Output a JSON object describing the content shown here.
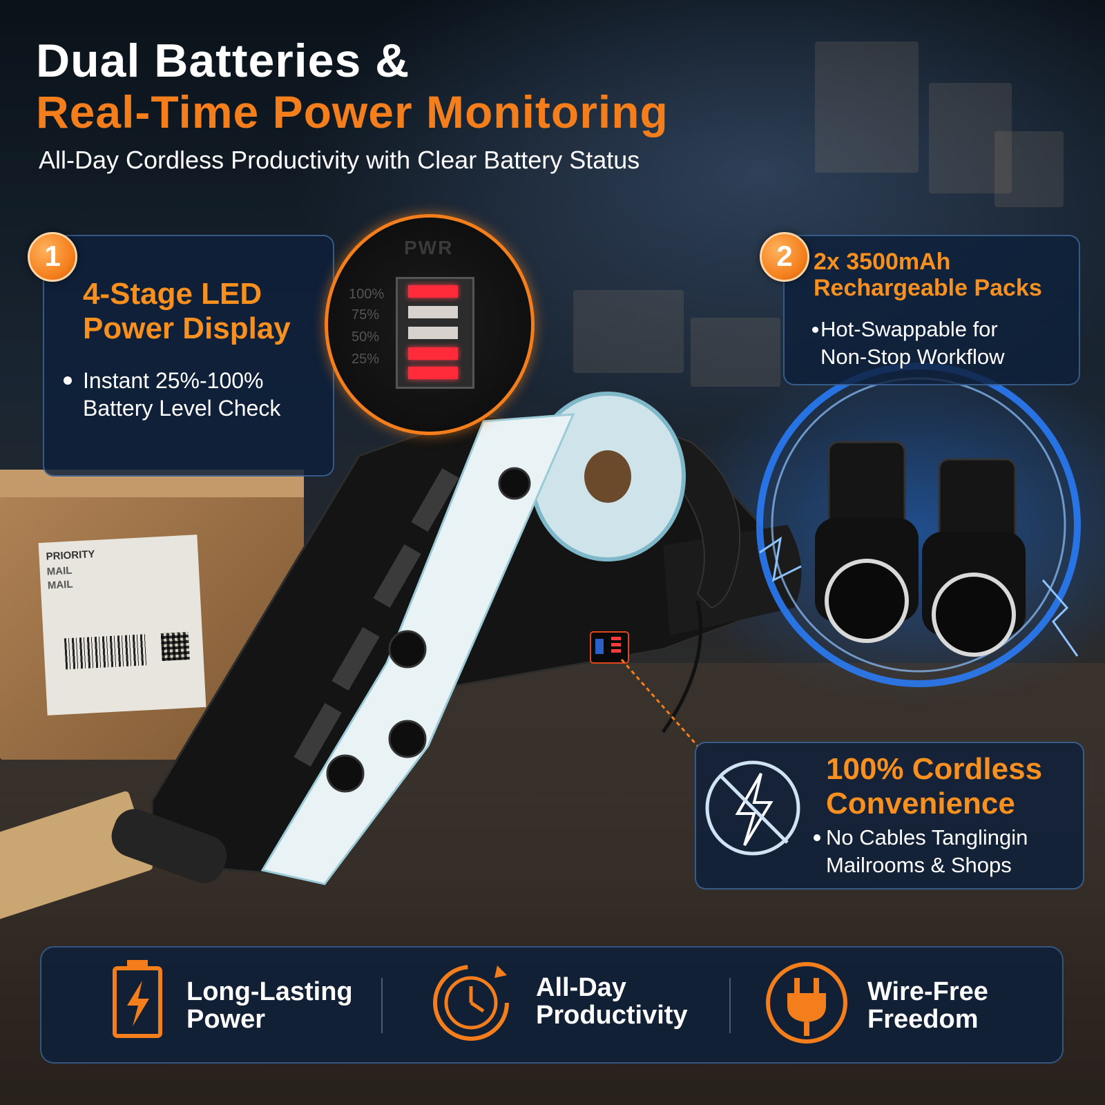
{
  "header": {
    "title_line1": "Dual Batteries &",
    "title_line2": "Real-Time Power Monitoring",
    "subtitle": "All-Day Cordless Productivity with Clear Battery Status"
  },
  "features": [
    {
      "number": "1",
      "title_line1": "4-Stage LED",
      "title_line2": "Power Display",
      "text_line1": "Instant 25%-100%",
      "text_line2": "Battery Level Check"
    },
    {
      "number": "2",
      "title_line1": "2x 3500mAh",
      "title_line2": "Rechargeable Packs",
      "text_line1": "Hot-Swappable for",
      "text_line2": "Non-Stop Workflow"
    },
    {
      "title_line1": "100% Cordless",
      "title_line2": "Convenience",
      "text_line1": "No Cables Tanglingin",
      "text_line2": "Mailrooms & Shops"
    }
  ],
  "led_display": {
    "label": "PWR",
    "levels": [
      "100%",
      "75%",
      "50%",
      "25%"
    ]
  },
  "package_label": {
    "line1": "PRIORITY",
    "line2": "MAIL",
    "line3": "MAIL"
  },
  "bottom_bar": [
    {
      "line1": "Long-Lasting",
      "line2": "Power",
      "icon": "battery-bolt-icon"
    },
    {
      "line1": "All-Day",
      "line2": "Productivity",
      "icon": "clock-cycle-icon"
    },
    {
      "line1": "Wire-Free",
      "line2": "Freedom",
      "icon": "plug-icon"
    }
  ],
  "colors": {
    "accent": "#f47e1b",
    "panel": "#0e203a",
    "glow": "#2a7fff"
  }
}
